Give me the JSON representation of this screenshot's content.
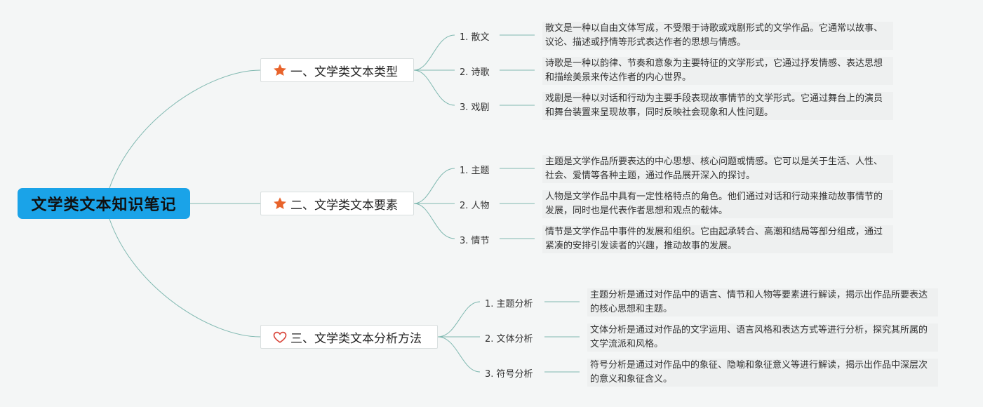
{
  "root": {
    "title": "文学类文本知识笔记"
  },
  "branches": [
    {
      "label": "一、文学类文本类型",
      "icon": "star-icon",
      "icon_color": "#e8632b",
      "children": [
        {
          "label": "1. 散文",
          "desc": "散文是一种以自由文体写成，不受限于诗歌或戏剧形式的文学作品。它通常以故事、议论、描述或抒情等形式表达作者的思想与情感。"
        },
        {
          "label": "2. 诗歌",
          "desc": "诗歌是一种以韵律、节奏和意象为主要特征的文学形式，它通过抒发情感、表达思想和描绘美景来传达作者的内心世界。"
        },
        {
          "label": "3. 戏剧",
          "desc": "戏剧是一种以对话和行动为主要手段表现故事情节的文学形式。它通过舞台上的演员和舞台装置来呈现故事，同时反映社会现象和人性问题。"
        }
      ]
    },
    {
      "label": "二、文学类文本要素",
      "icon": "star-icon",
      "icon_color": "#e8632b",
      "children": [
        {
          "label": "1. 主题",
          "desc": "主题是文学作品所要表达的中心思想、核心问题或情感。它可以是关于生活、人性、社会、爱情等各种主题，通过作品展开深入的探讨。"
        },
        {
          "label": "2. 人物",
          "desc": "人物是文学作品中具有一定性格特点的角色。他们通过对话和行动来推动故事情节的发展，同时也是代表作者思想和观点的载体。"
        },
        {
          "label": "3. 情节",
          "desc": "情节是文学作品中事件的发展和组织。它由起承转合、高潮和结局等部分组成，通过紧凑的安排引发读者的兴趣，推动故事的发展。"
        }
      ]
    },
    {
      "label": "三、文学类文本分析方法",
      "icon": "heart-outline-icon",
      "icon_color": "#d9453a",
      "children": [
        {
          "label": "1. 主题分析",
          "desc": "主题分析是通过对作品中的语言、情节和人物等要素进行解读，揭示出作品所要表达的核心思想和主题。"
        },
        {
          "label": "2. 文体分析",
          "desc": "文体分析是通过对作品的文字运用、语言风格和表达方式等进行分析，探究其所属的文学流派和风格。"
        },
        {
          "label": "3. 符号分析",
          "desc": "符号分析是通过对作品中的象征、隐喻和象征意义等进行解读，揭示出作品中深层次的意义和象征含义。"
        }
      ]
    }
  ],
  "colors": {
    "root_bg": "#1aa3e8",
    "line": "#7fb8b0"
  }
}
